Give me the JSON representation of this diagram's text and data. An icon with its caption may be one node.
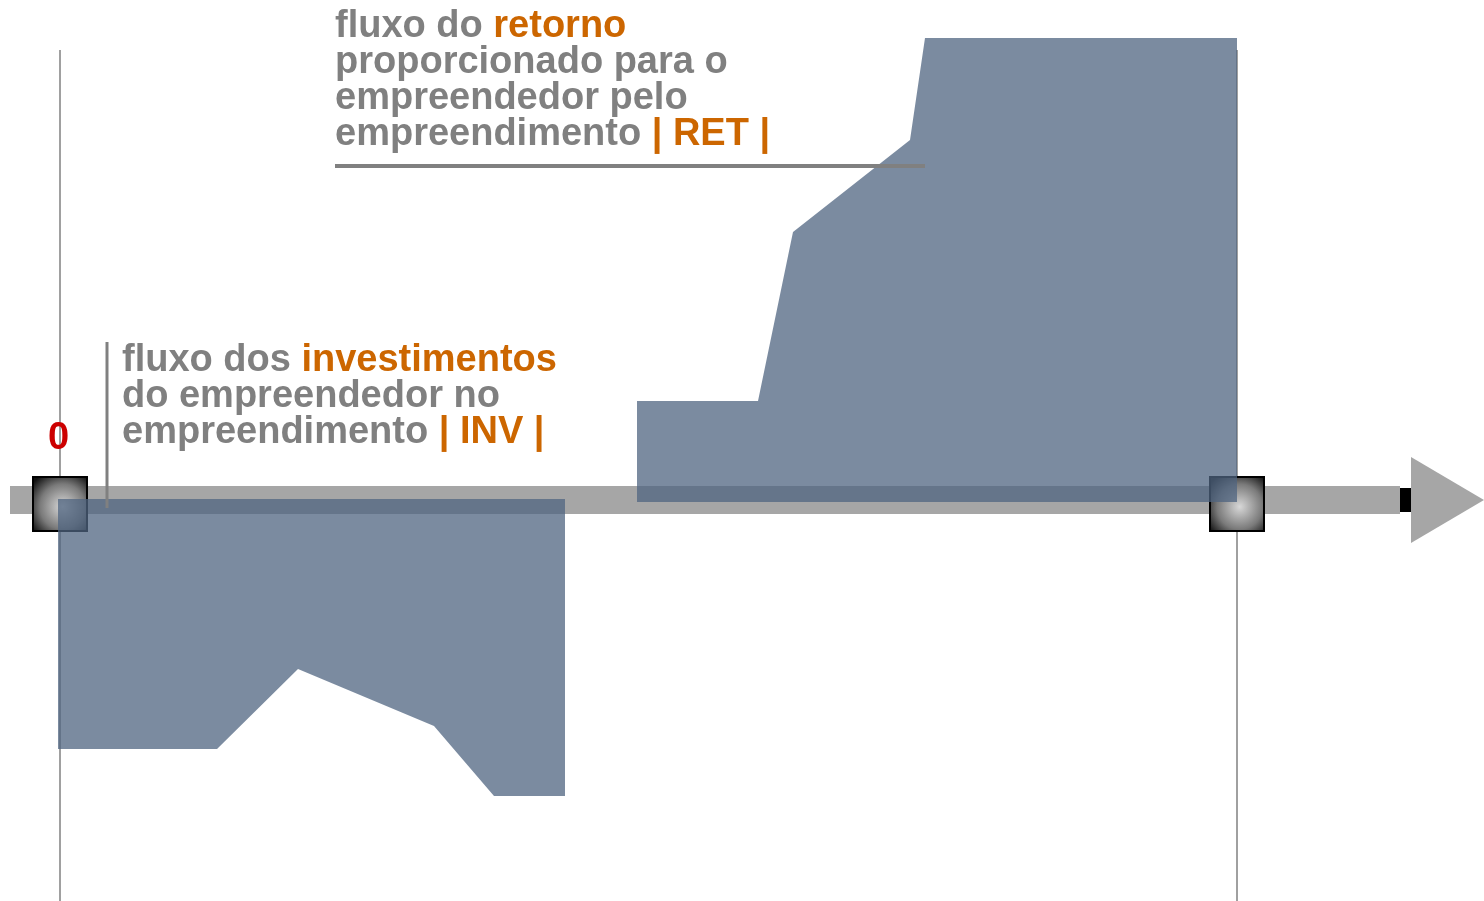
{
  "diagram": {
    "labels": [
      "fluxo do **retorno** proporcionado para o empreendedor pelo empreendimento **| RET |**",
      "fluxo dos **investimentos** do empreendedor no empreendimento **| INV |**",
      "0"
    ]
  }
}
